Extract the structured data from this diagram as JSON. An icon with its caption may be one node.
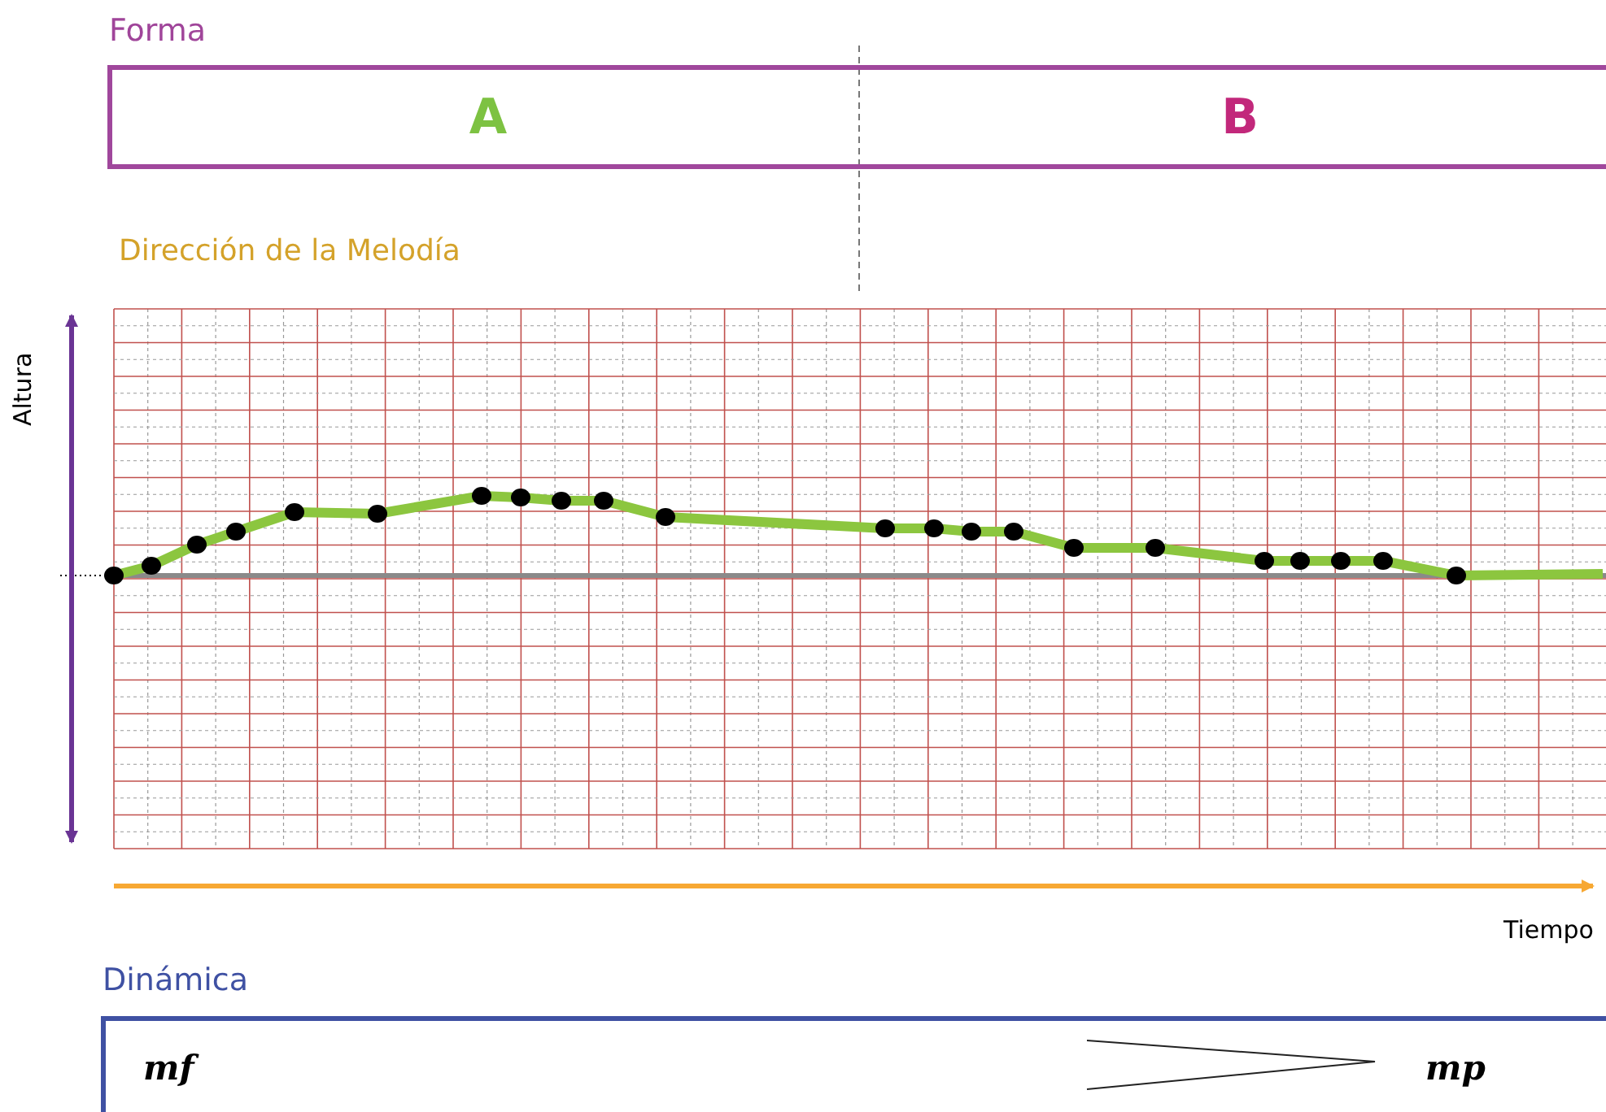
{
  "diagram": {
    "nodes": [
      {
        "text": [
          "Forma"
        ]
      },
      {
        "text": [
          "A"
        ],
        "in": 0
      },
      {
        "text": [
          "B"
        ],
        "in": 0
      },
      {
        "text": [
          "Dinámica"
        ]
      }
    ],
    "labels": [
      "Dirección de la Melodía",
      "Altura",
      "Tiempo",
      "mf",
      "mp"
    ]
  }
}
